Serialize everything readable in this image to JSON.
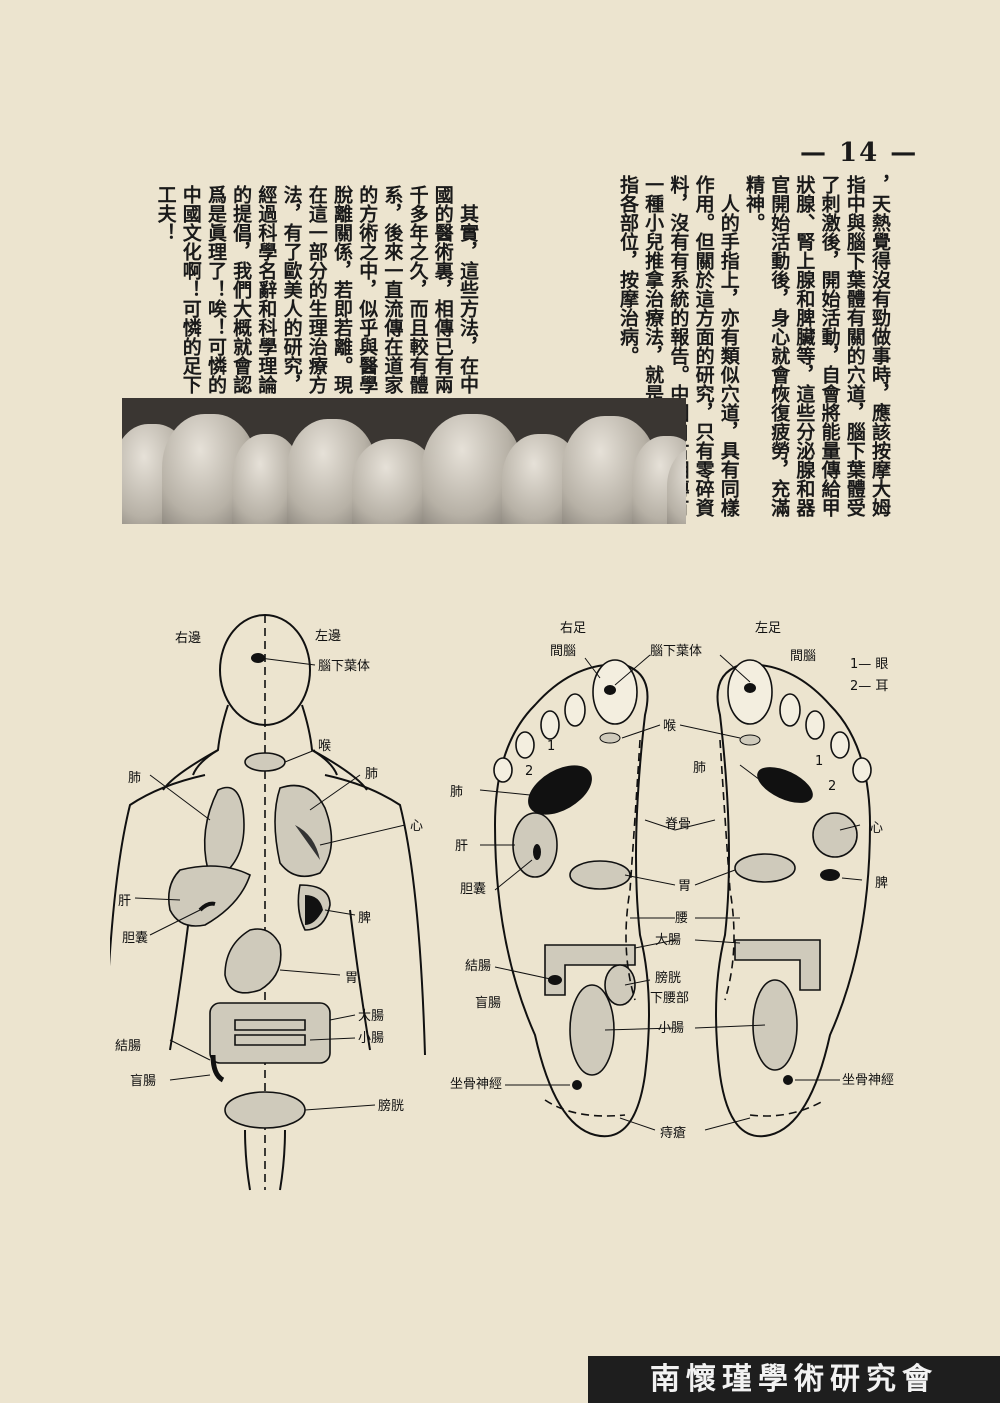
{
  "page_number": "— 14 —",
  "article": {
    "col_upper": "，天熱覺得沒有勁做事時，應該按摩大姆指中與腦下葉體有關的穴道，腦下葉體受了刺激後，開始活動，自會將能量傳給甲狀腺、腎上腺和脾臟等，這些分泌腺和器官開始活動後，身心就會恢復疲勞，充滿精神。\n　人的手指上，亦有類似穴道，具有同樣作用。但關於這方面的研究，只有零碎資料，沒有有系統的報告。中國自古相傳有一種小兒推拿治療法，就是利用小兒的手指各部位，按摩治病。",
    "col_lower": "　其實，這些方法，在中國的醫術裏，相傳已有兩千多年之久，而且較有體系，後來一直流傳在道家的方術之中，似乎與醫學脫離關係，若即若離。現在這一部分的生理治療方法，有了歐美人的研究，經過科學名辭和科學理論的提倡，我們大概就會認爲是眞理了！唉！可憐的中國文化啊！可憐的足下工夫！"
  },
  "body_diagram": {
    "right_side": "右邊",
    "left_side": "左邊",
    "labels": {
      "pituitary": "腦下葉体",
      "throat": "喉",
      "lung_r": "肺",
      "lung_l": "肺",
      "heart": "心",
      "liver": "肝",
      "gallbladder": "胆囊",
      "spleen": "脾",
      "stomach": "胃",
      "large_intestine": "大腸",
      "small_intestine": "小腸",
      "colon": "結腸",
      "cecum": "盲腸",
      "bladder": "膀胱"
    }
  },
  "foot_diagram": {
    "right_foot": "右足",
    "left_foot": "左足",
    "legend": [
      "1— 眼",
      "2— 耳"
    ],
    "labels": {
      "brain_r": "間腦",
      "brain_l": "間腦",
      "pituitary": "腦下葉体",
      "throat": "喉",
      "lung_r": "肺",
      "lung_l": "肺",
      "spine": "脊骨",
      "liver": "肝",
      "heart": "心",
      "gallbladder": "胆囊",
      "stomach": "胃",
      "spleen": "脾",
      "waist": "腰",
      "large_intestine": "大腸",
      "colon": "結腸",
      "bladder": "膀胱",
      "cecum": "盲腸",
      "lower_back": "下腰部",
      "small_intestine": "小腸",
      "sciatic_l": "坐骨神經",
      "sciatic_r": "坐骨神經",
      "hemorrhoid": "痔瘡"
    },
    "num_1": "1",
    "num_2": "2"
  },
  "watermark": "南懷瑾學術研究會"
}
